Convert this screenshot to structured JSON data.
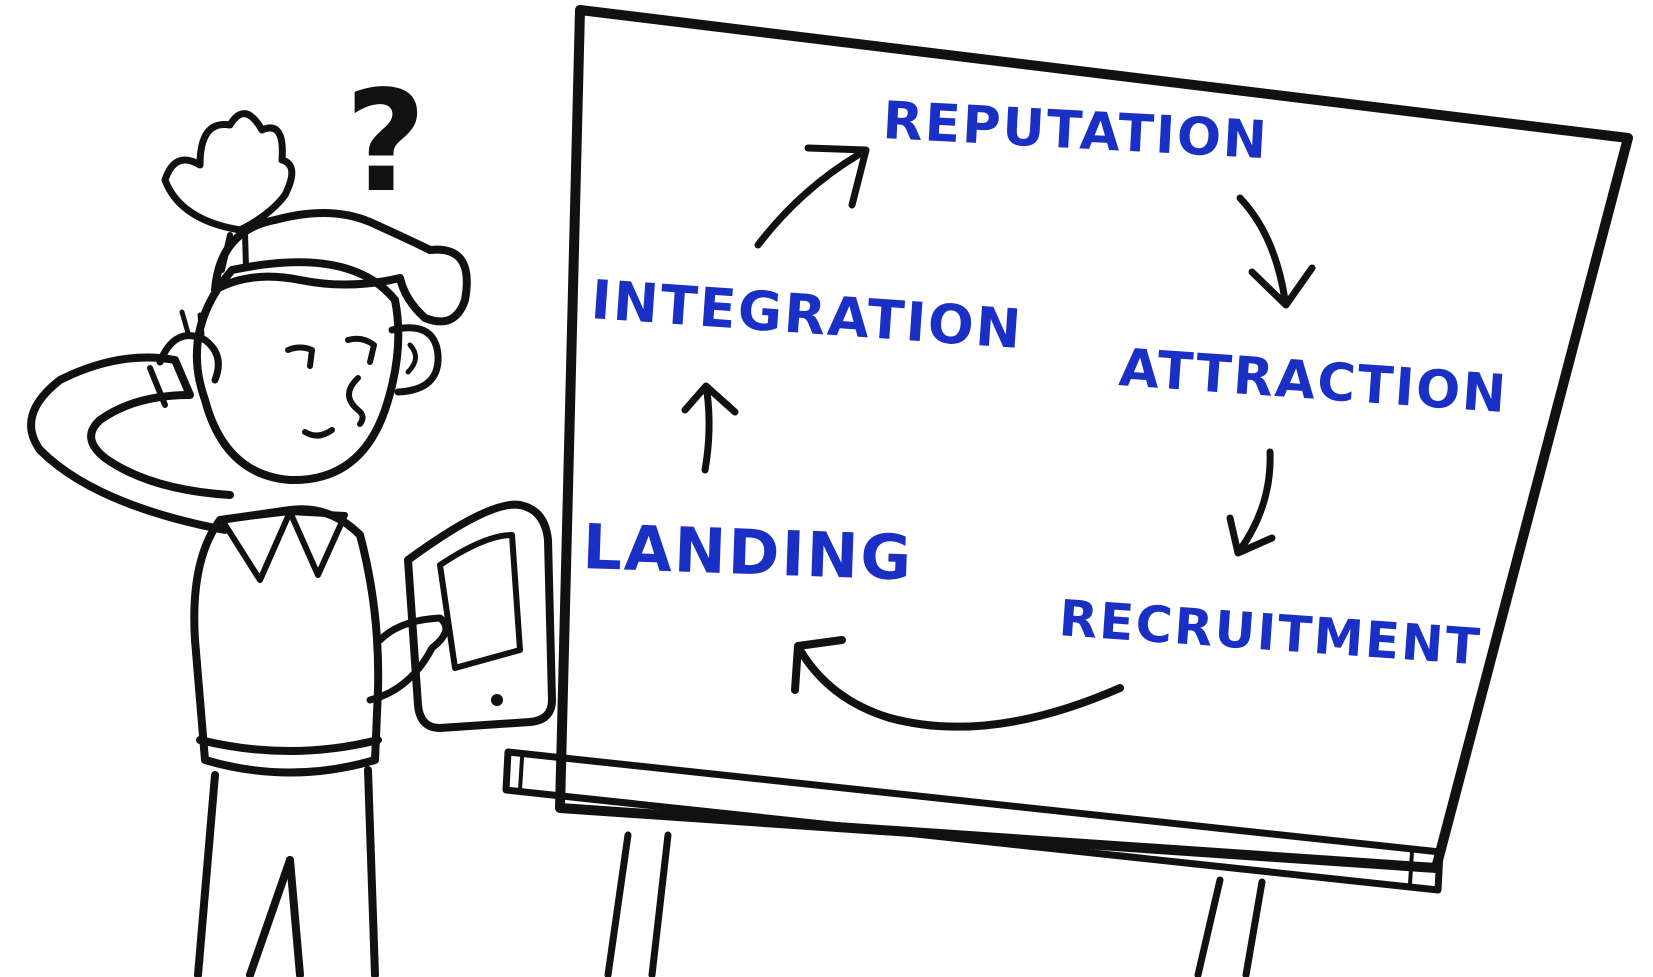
{
  "diagram": {
    "stages": [
      {
        "id": "reputation",
        "label": "REPUTATION"
      },
      {
        "id": "attraction",
        "label": "ATTRACTION"
      },
      {
        "id": "recruitment",
        "label": "RECRUITMENT"
      },
      {
        "id": "landing",
        "label": "LANDING"
      },
      {
        "id": "integration",
        "label": "INTEGRATION"
      }
    ],
    "flow": [
      {
        "from": "reputation",
        "to": "attraction"
      },
      {
        "from": "attraction",
        "to": "recruitment"
      },
      {
        "from": "recruitment",
        "to": "landing"
      },
      {
        "from": "landing",
        "to": "integration"
      },
      {
        "from": "integration",
        "to": "reputation"
      }
    ]
  },
  "character": {
    "thought_symbol": "?"
  },
  "colors": {
    "label_ink": "#1a2fc4",
    "line_ink": "#111111",
    "background": "#ffffff"
  }
}
